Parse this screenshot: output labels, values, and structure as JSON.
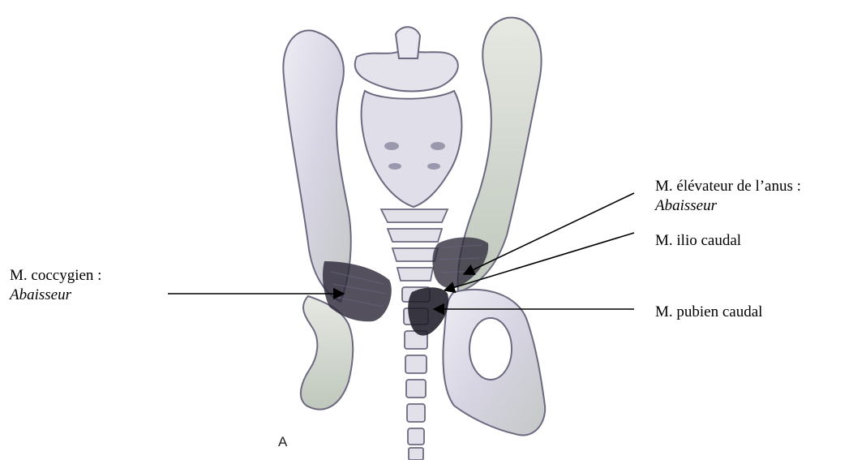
{
  "labels": {
    "coccygien": {
      "name": "M. coccygien :",
      "role": "Abaisseur"
    },
    "elevateur": {
      "name": "M. élévateur de l’anus :",
      "role": "Abaisseur"
    },
    "ilio": {
      "name": "M. ilio caudal"
    },
    "pubien": {
      "name": "M. pubien caudal"
    }
  },
  "figure_letter": "A",
  "colors": {
    "bone_fill": "#dcdbe6",
    "bone_stroke": "#6c6a80",
    "muscle": "#2e2a3a",
    "arrow": "#000000"
  }
}
